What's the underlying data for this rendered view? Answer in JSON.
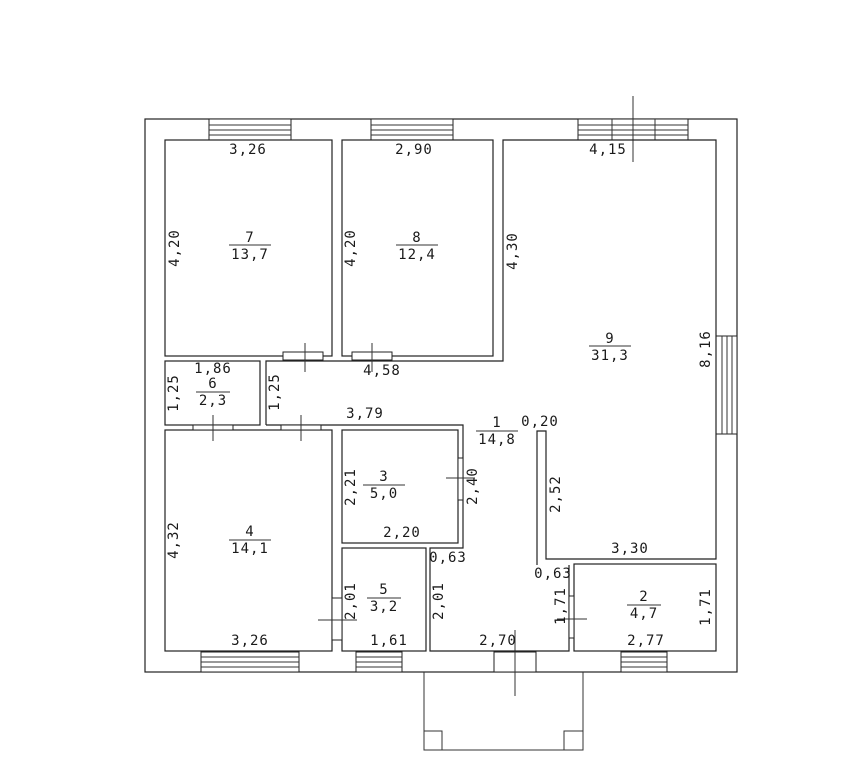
{
  "rooms": [
    {
      "id": "1",
      "number": "1",
      "area": "14,8"
    },
    {
      "id": "2",
      "number": "2",
      "area": "4,7"
    },
    {
      "id": "3",
      "number": "3",
      "area": "5,0"
    },
    {
      "id": "4",
      "number": "4",
      "area": "14,1"
    },
    {
      "id": "5",
      "number": "5",
      "area": "3,2"
    },
    {
      "id": "6",
      "number": "6",
      "area": "2,3"
    },
    {
      "id": "7",
      "number": "7",
      "area": "13,7"
    },
    {
      "id": "8",
      "number": "8",
      "area": "12,4"
    },
    {
      "id": "9",
      "number": "9",
      "area": "31,3"
    }
  ],
  "dimensions": {
    "r7_top": "3,26",
    "r7_side": "4,20",
    "r8_top": "2,90",
    "r8_side": "4,20",
    "r9_top": "4,15",
    "r9_left": "4,30",
    "r9_right": "8,16",
    "r9_bottom": "3,30",
    "r9_inner": "2,52",
    "corr_mid": "4,58",
    "r6_top": "1,86",
    "r6_left": "1,25",
    "r6_right": "1,25",
    "hall_top": "3,79",
    "hall_wall": "0,20",
    "r3_left": "2,21",
    "r3_right": "2,40",
    "r3_bottom": "2,20",
    "r3_gap": "0,63",
    "r4_side": "4,32",
    "r4_bottom": "3,26",
    "r5_left": "2,01",
    "r5_bottom": "1,61",
    "hall_left": "2,01",
    "hall_bottom": "2,70",
    "r2_gap": "0,63",
    "r2_left": "1,71",
    "r2_right": "1,71",
    "r2_bottom": "2,77"
  }
}
